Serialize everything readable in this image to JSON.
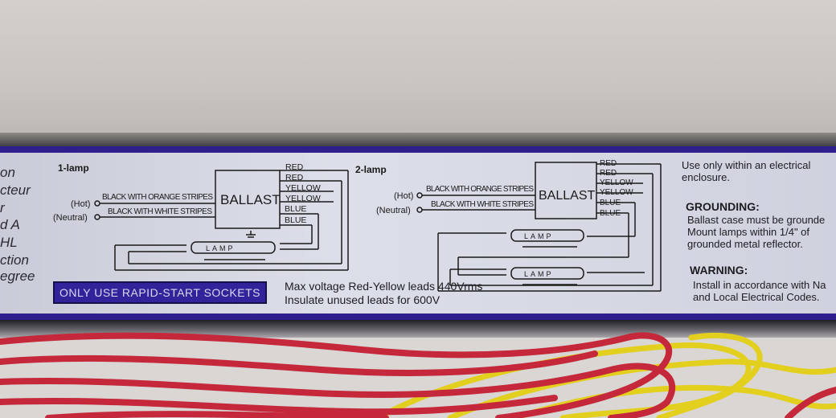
{
  "label": {
    "left_fragments": [
      "on",
      "cteur",
      "r",
      "d A",
      "HL",
      "ction",
      "egree"
    ],
    "one_lamp": {
      "title": "1-lamp",
      "hot": "(Hot)",
      "neutral": "(Neutral)",
      "hot_wire": "BLACK WITH ORANGE STRIPES",
      "neutral_wire": "BLACK WITH WHITE STRIPES",
      "ballast": "BALLAST",
      "leads": [
        "RED",
        "RED",
        "YELLOW",
        "YELLOW",
        "BLUE",
        "BLUE"
      ],
      "lamp": "LAMP"
    },
    "two_lamp": {
      "title": "2-lamp",
      "hot": "(Hot)",
      "neutral": "(Neutral)",
      "hot_wire": "BLACK WITH ORANGE STRIPES",
      "neutral_wire": "BLACK WITH WHITE STRIPES",
      "ballast": "BALLAST",
      "leads": [
        "RED",
        "RED",
        "YELLOW",
        "YELLOW",
        "BLUE",
        "BLUE"
      ],
      "lamp1": "LAMP",
      "lamp2": "LAMP"
    },
    "badge": "ONLY USE RAPID-START SOCKETS",
    "max_voltage": "Max voltage Red-Yellow leads 440Vrms",
    "insulate": "Insulate unused leads for 600V",
    "enclosure": [
      "Use only within an electrical",
      "enclosure."
    ],
    "grounding_title": "GROUNDING:",
    "grounding_text": [
      "Ballast case must be grounde",
      "Mount lamps within 1/4\" of",
      "grounded metal reflector."
    ],
    "warning_title": "WARNING:",
    "warning_text": [
      "Install in accordance with Na",
      "and Local Electrical Codes."
    ]
  },
  "colors": {
    "label_border": "#2f1f8c",
    "wire_red": "#c8283a",
    "wire_yellow": "#e6d21c"
  }
}
